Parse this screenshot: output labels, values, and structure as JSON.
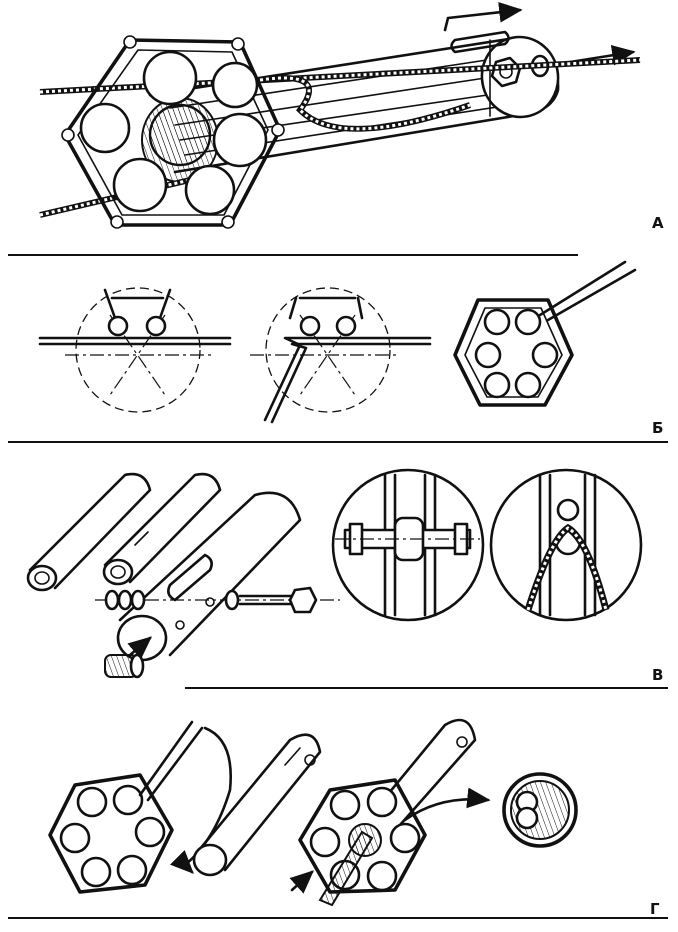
{
  "panels": {
    "a": {
      "label": "А"
    },
    "b": {
      "label": "Б"
    },
    "v": {
      "label": "В"
    },
    "g": {
      "label": "Г"
    }
  },
  "colors": {
    "ink": "#111111",
    "paper": "#ffffff",
    "wood": "#d9d2c6"
  }
}
